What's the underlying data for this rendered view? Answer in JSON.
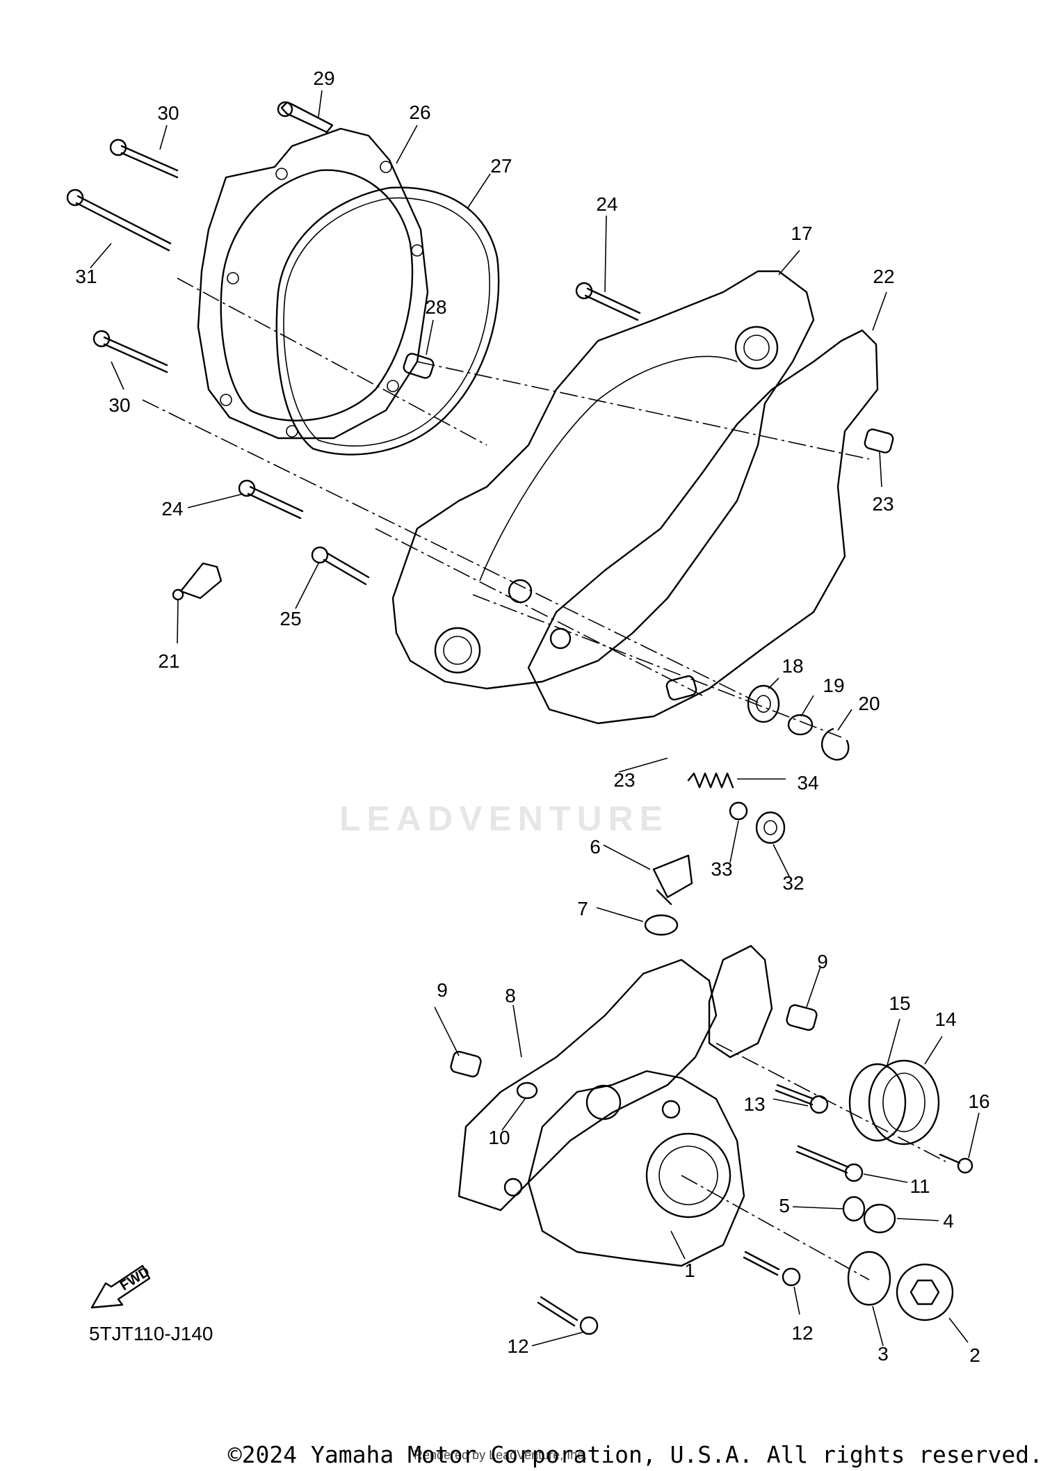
{
  "diagram": {
    "part_code": "5TJT110-J140",
    "fwd_label": "FWD",
    "watermark": "LEADVENTURE",
    "rendered_by": "Rendered by LeadVenture, Inc.",
    "copyright": "©2024 Yamaha Motor Corporation, U.S.A. All rights reserved."
  },
  "callouts": [
    "29",
    "30",
    "26",
    "27",
    "31",
    "30",
    "28",
    "24",
    "17",
    "22",
    "23",
    "24",
    "21",
    "25",
    "18",
    "19",
    "20",
    "23",
    "34",
    "6",
    "33",
    "32",
    "7",
    "9",
    "8",
    "9",
    "15",
    "14",
    "13",
    "16",
    "10",
    "11",
    "5",
    "4",
    "1",
    "12",
    "12",
    "3",
    "2"
  ]
}
